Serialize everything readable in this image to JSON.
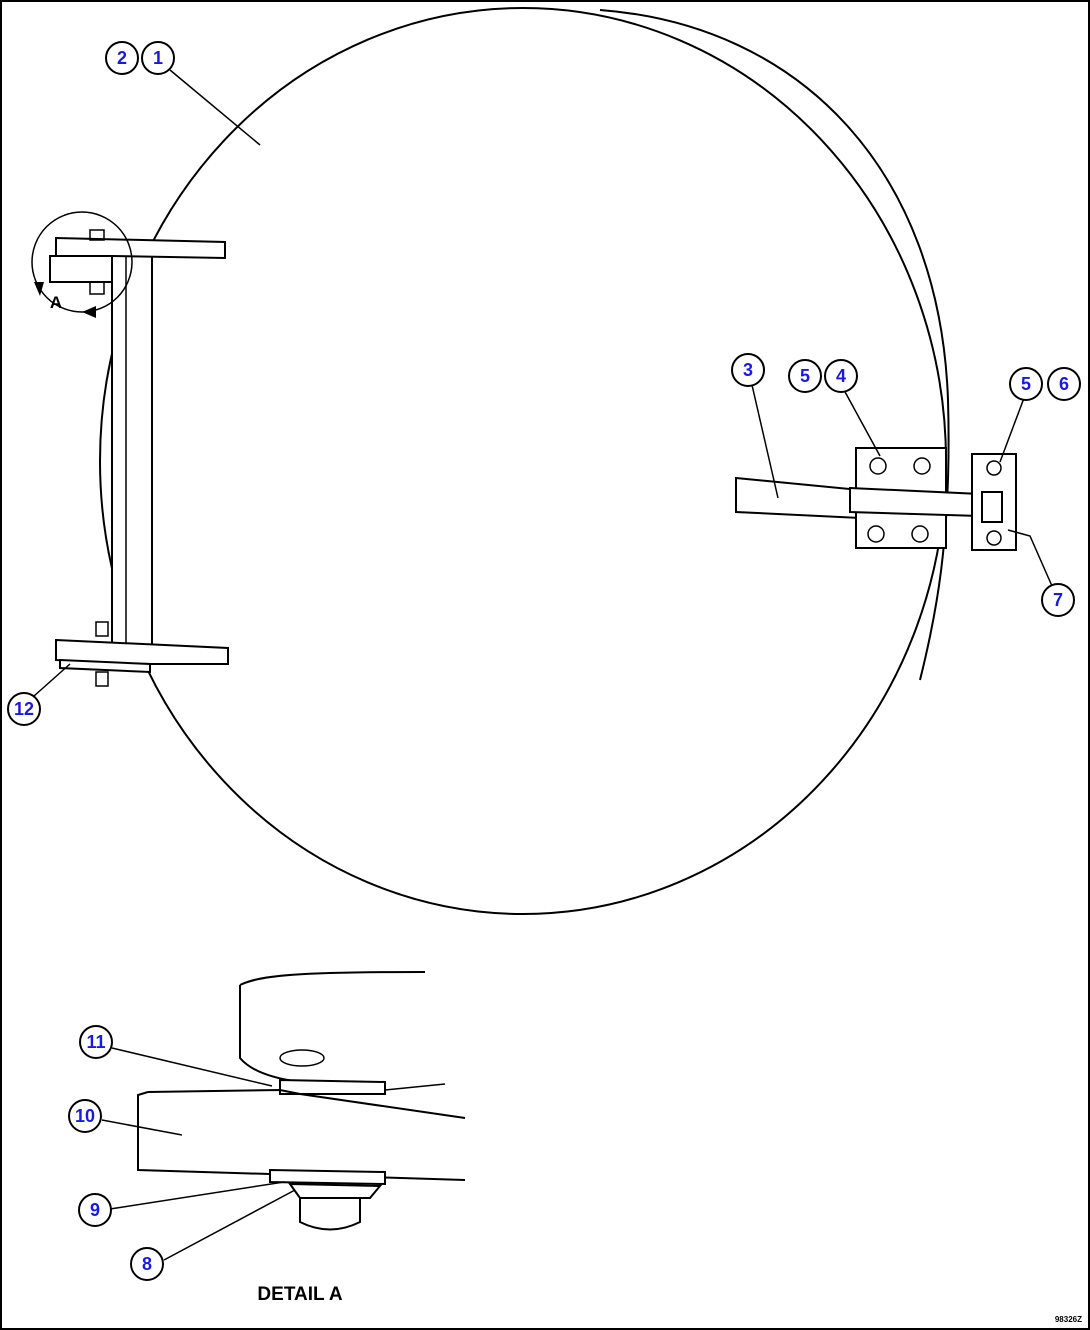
{
  "callouts": {
    "c1": "1",
    "c2": "2",
    "c3": "3",
    "c4": "4",
    "c5a": "5",
    "c5b": "5",
    "c6": "6",
    "c7": "7",
    "c8": "8",
    "c9": "9",
    "c10": "10",
    "c11": "11",
    "c12": "12"
  },
  "view_marker": "A",
  "detail_label": "DETAIL A",
  "drawing_id": "98326Z",
  "colors": {
    "callout_text": "#1a1adb",
    "line": "#000000",
    "background": "#ffffff"
  }
}
